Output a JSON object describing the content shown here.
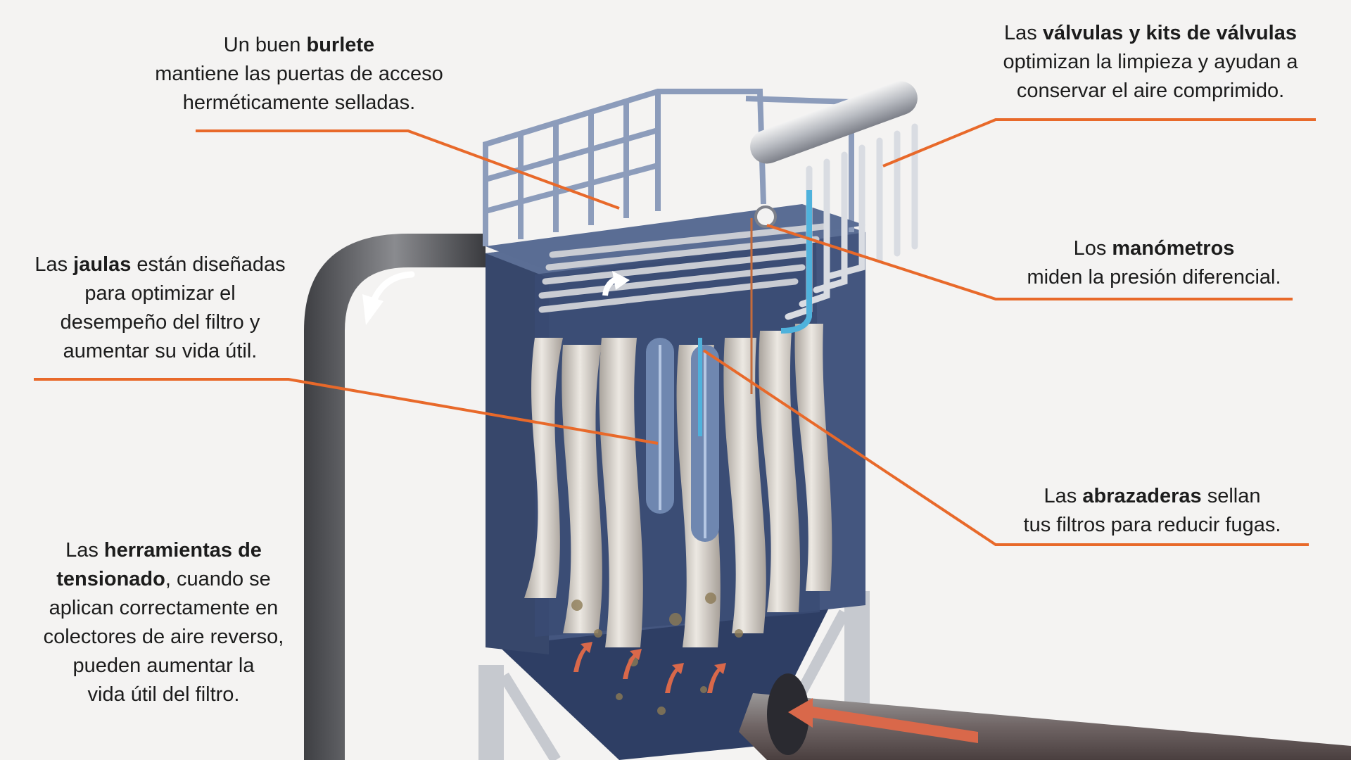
{
  "colors": {
    "background": "#f4f3f2",
    "leader": "#e8692a",
    "housing": "#44567f",
    "filter_bag": "#d9d4cd",
    "duct": "#6d6e72",
    "airflow": "#4fb2dc",
    "inlet_arrow": "#d9684a"
  },
  "callouts": {
    "burlete": {
      "pre": "Un buen ",
      "bold": "burlete",
      "l2": "mantiene las puertas de acceso",
      "l3": "herméticamente selladas."
    },
    "valvulas": {
      "pre": "Las ",
      "bold": "válvulas y kits de válvulas",
      "l2": "optimizan la limpieza y ayudan a",
      "l3": "conservar el aire comprimido."
    },
    "jaulas": {
      "pre": "Las ",
      "bold": "jaulas",
      "post": " están diseñadas",
      "l2": "para optimizar el",
      "l3": "desempeño del filtro y",
      "l4": "aumentar su vida útil."
    },
    "manometros": {
      "pre": "Los ",
      "bold": "manómetros",
      "l2": "miden la presión diferencial."
    },
    "abrazaderas": {
      "pre": "Las ",
      "bold": "abrazaderas",
      "post": " sellan",
      "l2": "tus filtros para reducir fugas."
    },
    "herramientas": {
      "pre": "Las ",
      "bold": "herramientas de",
      "bold2": "tensionado",
      "post2": ", cuando se",
      "l3": "aplican correctamente en",
      "l4": "colectores de aire reverso,",
      "l5": "pueden aumentar la",
      "l6": "vida útil del filtro."
    }
  }
}
